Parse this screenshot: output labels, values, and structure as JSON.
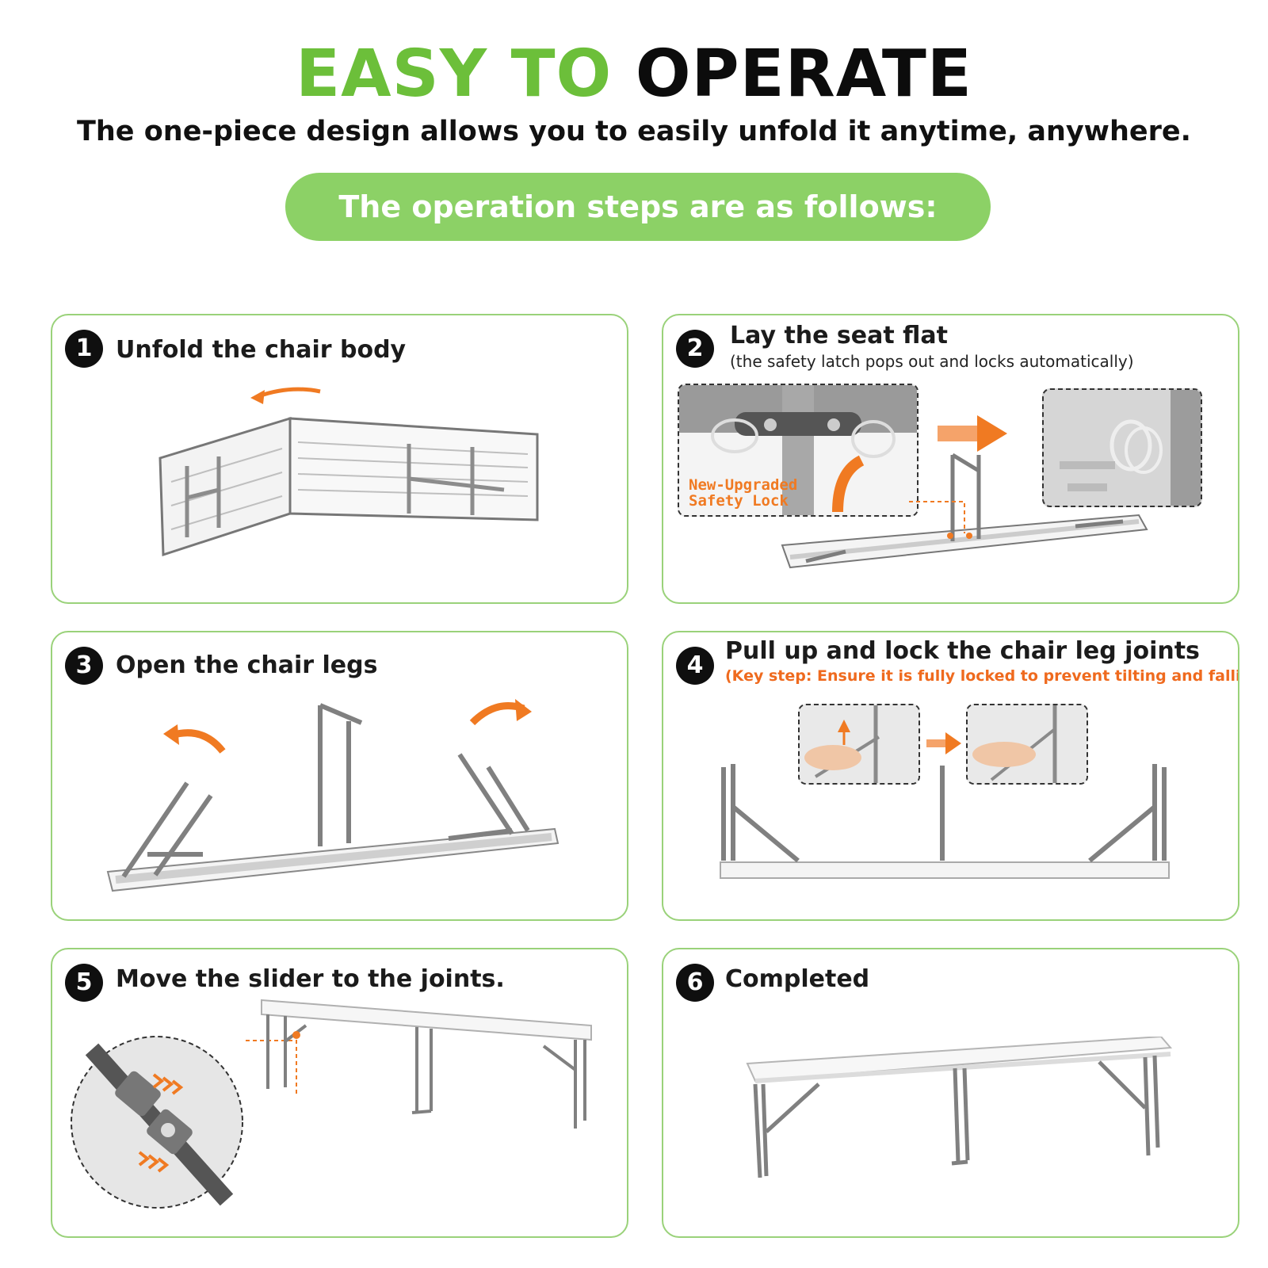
{
  "header": {
    "title_green": "EASY TO",
    "title_black": "OPERATE",
    "subtitle": "The one-piece design allows you to easily unfold it anytime, anywhere.",
    "banner": "The operation steps are as follows:"
  },
  "steps": [
    {
      "number": "1",
      "title": "Unfold the chair body"
    },
    {
      "number": "2",
      "title": "Lay the seat flat",
      "note": "(the safety latch pops out and locks automatically)",
      "inset_label_line1": "New-Upgraded",
      "inset_label_line2": "Safety Lock"
    },
    {
      "number": "3",
      "title": "Open the chair legs"
    },
    {
      "number": "4",
      "title": "Pull up and lock the chair leg joints",
      "note": "(Key step: Ensure it is fully locked to prevent tilting and falling)"
    },
    {
      "number": "5",
      "title": "Move the slider to the joints."
    },
    {
      "number": "6",
      "title": "Completed"
    }
  ],
  "colors": {
    "accent_green": "#6cbf3a",
    "banner_green": "#8cd166",
    "card_border": "#9ad27a",
    "arrow_orange": "#f07a22"
  },
  "icons": [
    "orange-curved-arrow-icon",
    "orange-right-arrow-icon",
    "orange-chevron-arrows-icon"
  ]
}
